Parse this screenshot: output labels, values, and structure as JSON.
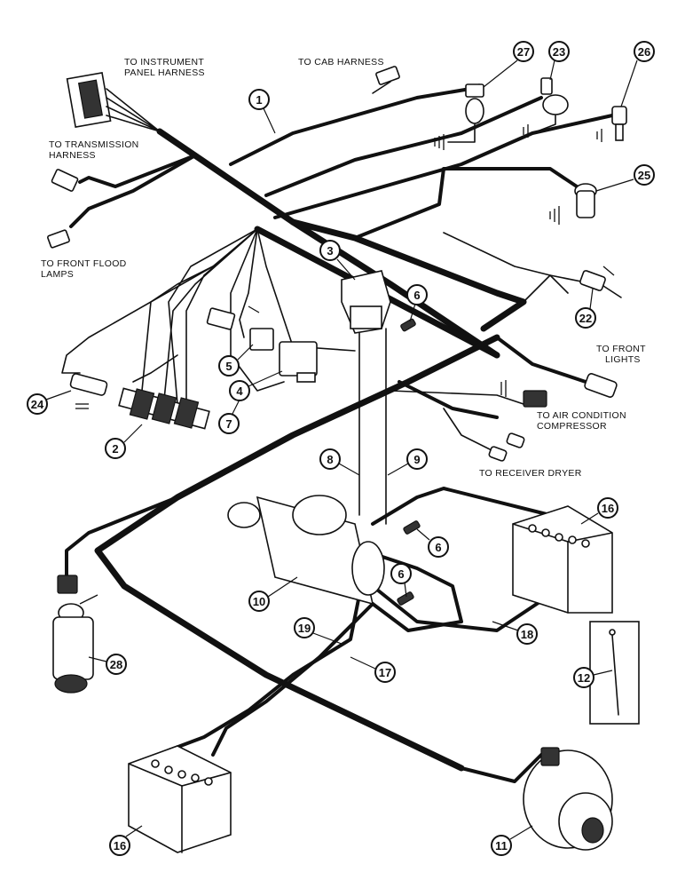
{
  "labels": {
    "instrument_panel_1": "TO INSTRUMENT",
    "instrument_panel_2": "PANEL HARNESS",
    "cab_harness": "TO CAB HARNESS",
    "transmission_1": "TO TRANSMISSION",
    "transmission_2": "HARNESS",
    "flood_lamps_1": "TO FRONT FLOOD",
    "flood_lamps_2": "LAMPS",
    "front_lights_1": "TO FRONT",
    "front_lights_2": "LIGHTS",
    "air_condition_1": "TO AIR CONDITION",
    "air_condition_2": "COMPRESSOR",
    "receiver_dryer": "TO RECEIVER DRYER"
  },
  "callouts": {
    "c1": "1",
    "c27": "27",
    "c23": "23",
    "c26": "26",
    "c25": "25",
    "c3": "3",
    "c6a": "6",
    "c22": "22",
    "c5": "5",
    "c4": "4",
    "c24": "24",
    "c7": "7",
    "c2": "2",
    "c8": "8",
    "c9": "9",
    "c16a": "16",
    "c6b": "6",
    "c6c": "6",
    "c10": "10",
    "c18": "18",
    "c28": "28",
    "c19": "19",
    "c17": "17",
    "c12": "12",
    "c16b": "16",
    "c11": "11"
  }
}
